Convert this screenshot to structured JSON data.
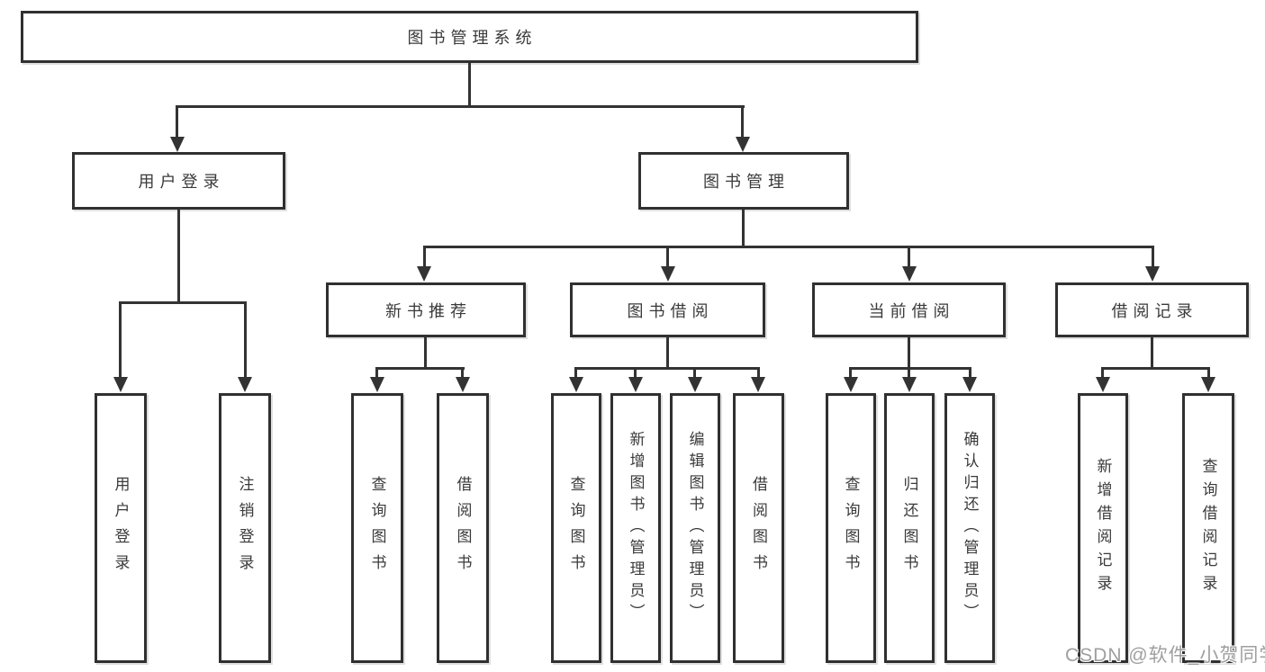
{
  "diagram": {
    "title": "图书管理系统",
    "level2": {
      "user_login": "用户登录",
      "book_management": "图书管理"
    },
    "level3": {
      "new_book_recommend": "新书推荐",
      "book_borrow": "图书借阅",
      "current_borrow": "当前借阅",
      "borrow_records": "借阅记录"
    },
    "leaves": {
      "user_login": "用户登录",
      "logout": "注销登录",
      "query_books_recommend": "查询图书",
      "borrow_books_recommend": "借阅图书",
      "query_books_borrow": "查询图书",
      "add_books_admin": "新增图书（管理员）",
      "edit_books_admin": "编辑图书（管理员）",
      "borrow_books_borrow": "借阅图书",
      "query_books_current": "查询图书",
      "return_books": "归还图书",
      "confirm_return_admin": "确认归还（管理员）",
      "add_borrow_record": "新增借阅记录",
      "query_borrow_record": "查询借阅记录"
    }
  },
  "watermark": "CSDN @软件_小贺同学",
  "colors": {
    "line": "#333333",
    "border": "#303030",
    "text": "#3a3a3a",
    "watermark": "#9f9f9f",
    "background": "#ffffff"
  }
}
